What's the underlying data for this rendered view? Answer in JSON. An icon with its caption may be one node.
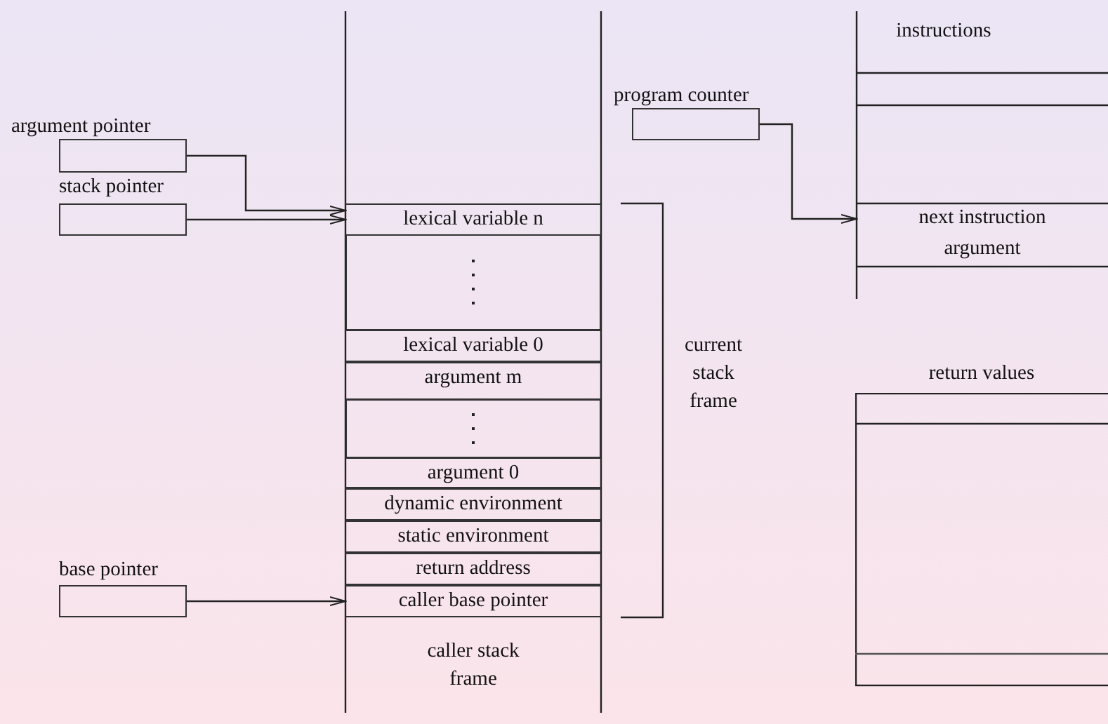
{
  "diagram": {
    "nodes": [
      {
        "text": [
          "argument pointer"
        ]
      },
      {
        "text": [
          "stack pointer"
        ]
      },
      {
        "text": [
          "base pointer"
        ]
      },
      {
        "text": [
          "program counter"
        ]
      },
      {
        "text": [
          "lexical variable n"
        ]
      },
      {
        "text": [],
        "shape": "box"
      },
      {
        "text": [
          "lexical variable 0"
        ]
      },
      {
        "text": [
          "argument m"
        ]
      },
      {
        "text": [],
        "shape": "box"
      },
      {
        "text": [
          "argument 0"
        ]
      },
      {
        "text": [
          "dynamic environment"
        ]
      },
      {
        "text": [
          "static environment"
        ]
      },
      {
        "text": [
          "return address"
        ]
      },
      {
        "text": [
          "caller base pointer"
        ]
      },
      {
        "text": [
          "next instruction"
        ]
      },
      {
        "text": [
          "argument"
        ]
      },
      {
        "text": [
          "return values"
        ]
      }
    ],
    "edges": [
      {
        "from": 0,
        "to": 4,
        "arrow": "to"
      },
      {
        "from": 1,
        "to": 4,
        "arrow": "to"
      },
      {
        "from": 2,
        "to": 13,
        "arrow": "to"
      },
      {
        "from": 3,
        "to": 14,
        "arrow": "to"
      }
    ],
    "labels": [
      "instructions",
      "current stack frame",
      "caller stack frame"
    ]
  }
}
